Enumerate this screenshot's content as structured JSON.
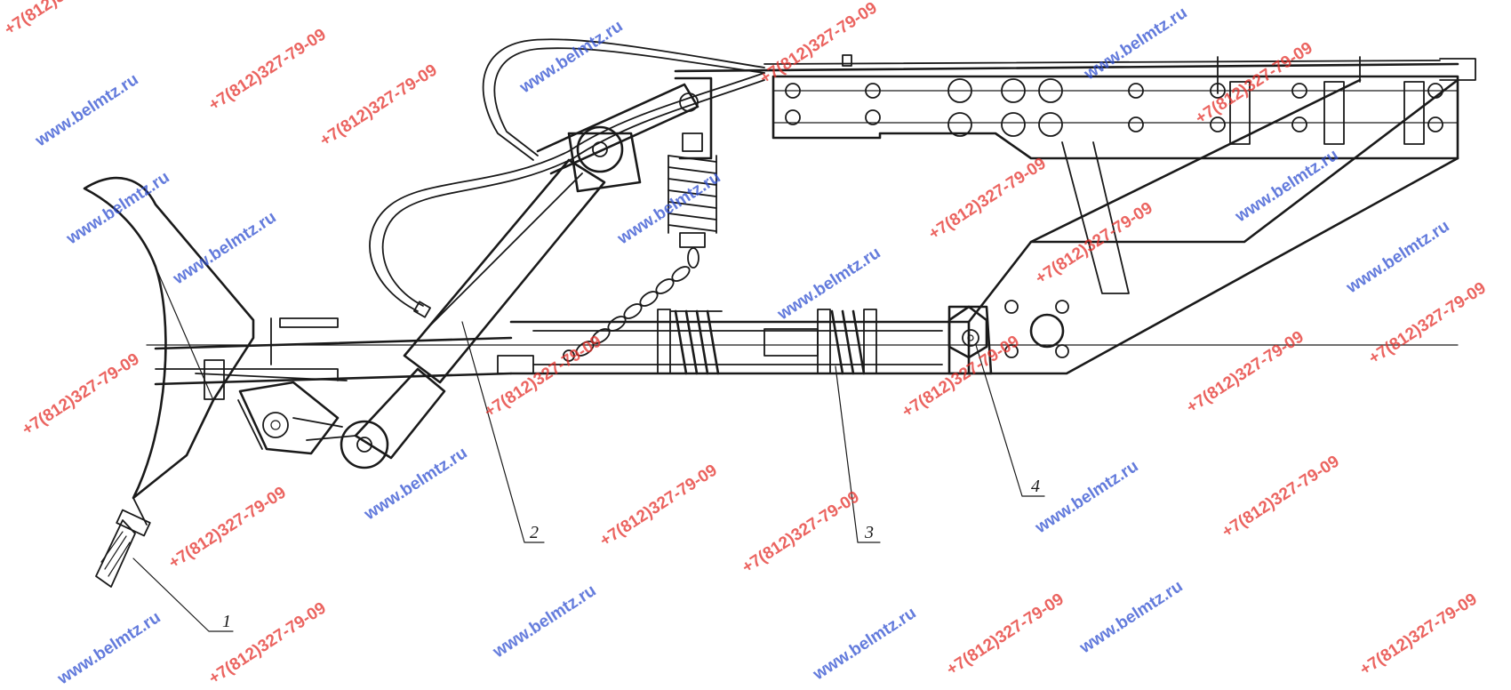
{
  "watermark": {
    "phone": "+7(812)327-79-09",
    "site": "www.belmtz.ru",
    "phone_color": "#e4312b",
    "site_color": "#2f4fd0"
  },
  "callouts": [
    {
      "id": "1",
      "label": "1"
    },
    {
      "id": "2",
      "label": "2"
    },
    {
      "id": "3",
      "label": "3"
    },
    {
      "id": "4",
      "label": "4"
    }
  ]
}
